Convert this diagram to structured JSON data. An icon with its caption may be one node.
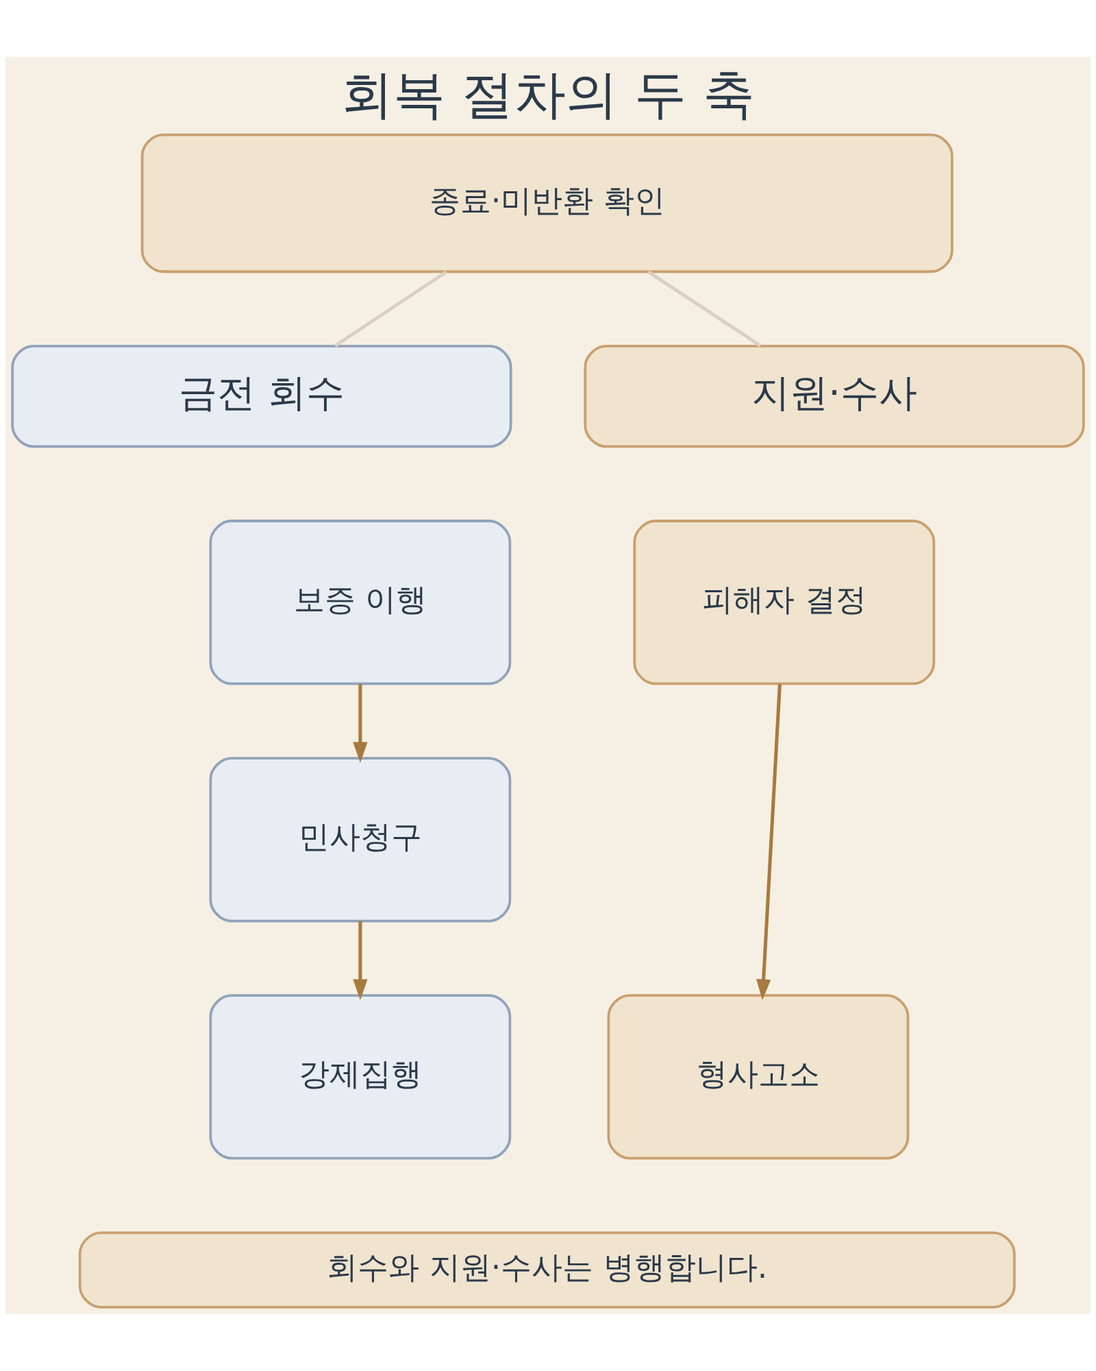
{
  "diagram": {
    "title": "회복 절차의 두 축",
    "nodes": [
      {
        "text": [
          "종료·미반환 확인"
        ]
      },
      {
        "text": [
          "금전 회수"
        ]
      },
      {
        "text": [
          "지원·수사"
        ]
      },
      {
        "text": [
          "보증 이행"
        ]
      },
      {
        "text": [
          "민사청구"
        ]
      },
      {
        "text": [
          "강제집행"
        ]
      },
      {
        "text": [
          "피해자 결정"
        ]
      },
      {
        "text": [
          "형사고소"
        ]
      },
      {
        "text": [
          "회수와 지원·수사는 병행합니다."
        ]
      }
    ],
    "edges": [
      {
        "from": 0,
        "to": 1,
        "arrow": "none",
        "color": "#d9d0c3"
      },
      {
        "from": 0,
        "to": 2,
        "arrow": "none",
        "color": "#d9d0c3"
      },
      {
        "from": 3,
        "to": 4,
        "arrow": "to"
      },
      {
        "from": 4,
        "to": 5,
        "arrow": "to"
      },
      {
        "from": 6,
        "to": 7,
        "arrow": "to"
      }
    ]
  }
}
